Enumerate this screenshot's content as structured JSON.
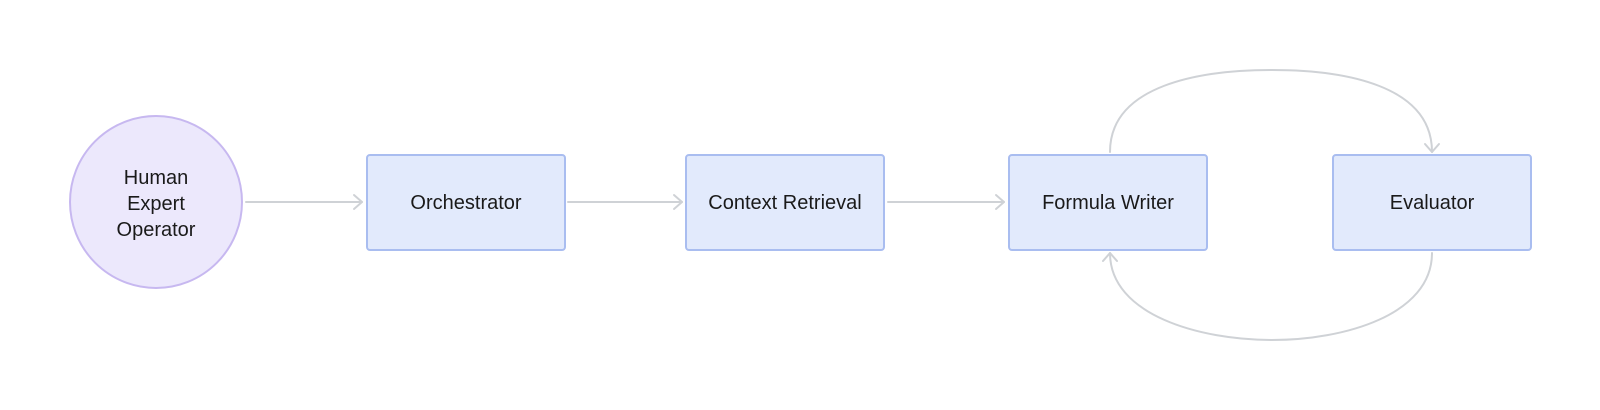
{
  "diagram": {
    "nodes": {
      "human": {
        "line1": "Human",
        "line2": "Expert",
        "line3": "Operator"
      },
      "orchestrator": {
        "label": "Orchestrator"
      },
      "context_retrieval": {
        "label": "Context Retrieval"
      },
      "formula_writer": {
        "label": "Formula Writer"
      },
      "evaluator": {
        "label": "Evaluator"
      }
    },
    "edges": [
      {
        "from": "Human Expert Operator",
        "to": "Orchestrator"
      },
      {
        "from": "Orchestrator",
        "to": "Context Retrieval"
      },
      {
        "from": "Context Retrieval",
        "to": "Formula Writer"
      },
      {
        "from": "Formula Writer",
        "to": "Evaluator"
      },
      {
        "from": "Evaluator",
        "to": "Formula Writer"
      }
    ],
    "colors": {
      "circle_fill": "#ece8fc",
      "circle_stroke": "#c7b8f0",
      "box_fill": "#e2eafc",
      "box_stroke": "#a9bdf0",
      "edge": "#cfd2d6",
      "text": "#1a1a1a"
    }
  }
}
